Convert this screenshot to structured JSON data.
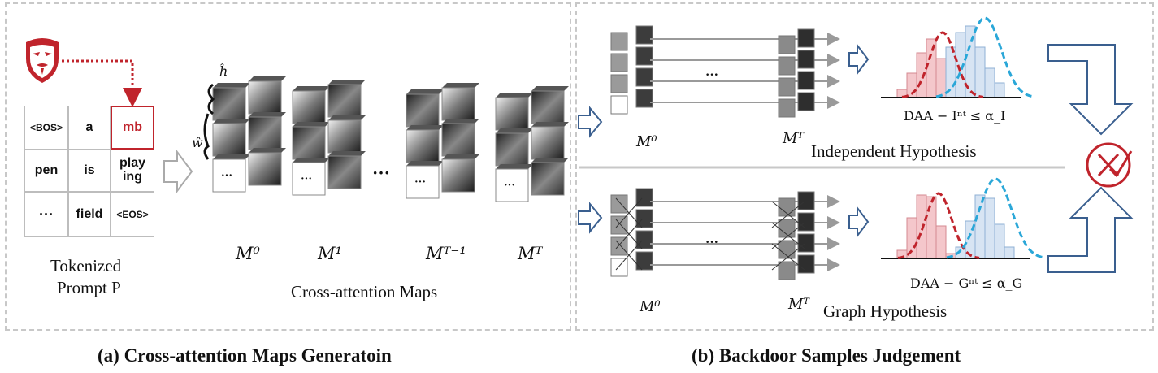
{
  "section_a": {
    "caption": "(a) Cross-attention Maps Generatoin",
    "tokens": [
      "<BOS>",
      "a",
      "mb",
      "pen",
      "is",
      "play\ning",
      "···",
      "field",
      "<EOS>"
    ],
    "tokenized_label_line1": "Tokenized",
    "tokenized_label_line2": "Prompt P",
    "maps_label": "Cross-attention Maps",
    "map_labels": [
      "M⁰",
      "M¹",
      "Mᵀ⁻¹",
      "Mᵀ"
    ],
    "ellipsis": "···",
    "dim_h": "ĥ",
    "dim_w": "ŵ",
    "small_ellipsis": "···"
  },
  "section_b": {
    "caption": "(b) Backdoor Samples Judgement",
    "top_formula": "DAA − Iⁿᵗ ≤ α_I",
    "top_hypothesis": "Independent Hypothesis",
    "bottom_formula": "DAA − Gⁿᵗ ≤ α_G",
    "bottom_hypothesis": "Graph Hypothesis",
    "top_m0": "M⁰",
    "top_mt": "Mᵀ",
    "bottom_m0": "M⁰",
    "bottom_mt": "Mᵀ",
    "ellipsis": "···"
  },
  "colors": {
    "red": "#c0242c",
    "blue": "#2aa7d8",
    "arrow_blue": "#3a5f8f",
    "dashed_border": "#c8c8c8"
  },
  "icons": [
    "mask-icon",
    "reject-check-icon"
  ]
}
